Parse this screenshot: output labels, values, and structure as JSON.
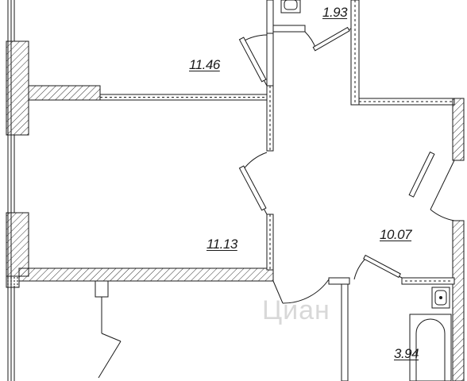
{
  "rooms": [
    {
      "id": "room-top",
      "area": "11.46"
    },
    {
      "id": "room-middle",
      "area": "11.13"
    },
    {
      "id": "hall",
      "area": "10.07"
    },
    {
      "id": "toilet",
      "area": "1.93"
    },
    {
      "id": "bathroom",
      "area": "3.94"
    }
  ],
  "watermark": "Циан",
  "colors": {
    "wall_line": "#1a1a1a",
    "hatch": "#333333",
    "background": "#ffffff",
    "watermark": "#d8d8d8"
  },
  "icons": [
    "door-swing-icon",
    "sink-icon",
    "bathtub-icon",
    "window-icon"
  ]
}
